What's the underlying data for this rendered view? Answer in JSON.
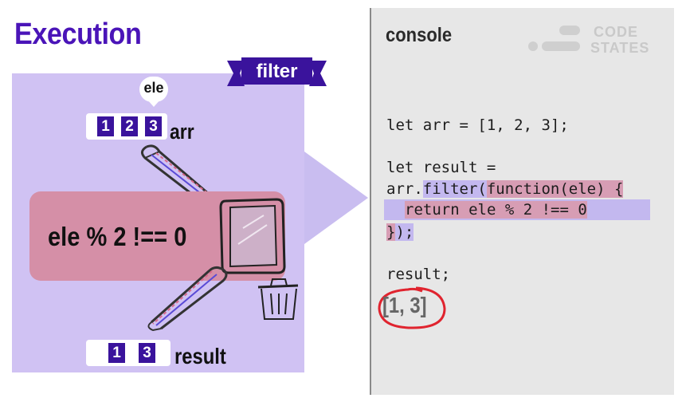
{
  "left_panel": {
    "title": "Execution",
    "filter_label": "filter",
    "ele_label": "ele",
    "arr": {
      "label": "arr",
      "numbers": [
        "1",
        "2",
        "3"
      ]
    },
    "condition": "ele % 2 !== 0",
    "result": {
      "label": "result",
      "numbers": [
        "1",
        "3"
      ]
    }
  },
  "console": {
    "title": "console",
    "logo": {
      "line1": "CODE",
      "line2": "STATES"
    },
    "code_lines": {
      "line1": "let arr = [1, 2, 3];",
      "line2": "let result =",
      "line3_prefix": "arr.",
      "line3_method": "filter(",
      "line3_fn": "function(ele) {",
      "line4": "return ele % 2 !== 0",
      "line5_close": "}",
      "line5_rest": ");",
      "line6": "result;"
    },
    "output": "[1, 3]"
  },
  "colors": {
    "title_purple": "#4a14b8",
    "stage_lavender": "#d0c2f3",
    "condition_pink": "#d58fa7",
    "number_box": "#3a139c",
    "console_bg": "#e7e7e7",
    "circle_red": "#e0242f"
  }
}
